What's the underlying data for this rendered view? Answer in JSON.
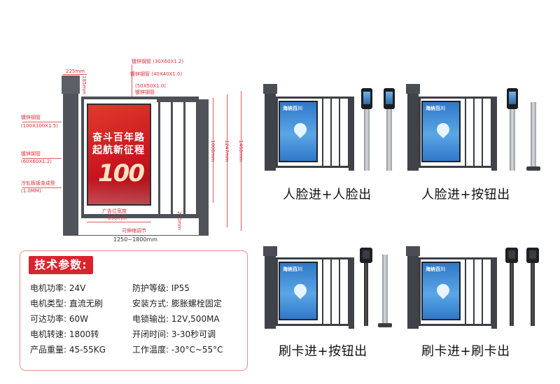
{
  "dimensions": {
    "top_225": "225mm",
    "side_185": "185mm",
    "pipe_30x60": "镀锌钢管 (30X60X1.2)",
    "pipe_40x40": "镀锌钢管 (40X40X1.0)",
    "pipe_50x50": "(50X50X1.0)",
    "pipe_50x50_label": "镀锌钢管",
    "left_post_label": "镀锌钢管",
    "left_post_size": "(100X100X1.5)",
    "left_frame_label": "镀锌钢管",
    "left_frame_size": "(60X60X1.2)",
    "plate_label": "冷轧板钣金成型",
    "plate_size": "(1.0MM)",
    "h_1000": "1000mm",
    "h_1247": "1247mm",
    "h_1460": "1460mm",
    "h_200": "200mm",
    "ad_width_label": "广告位宽度",
    "ad_width": "650mm",
    "adjust_label": "可伸缩调节",
    "total_width": "1250~1800mm"
  },
  "ad": {
    "line1": "奋斗百年路",
    "line2": "起航新征程",
    "big": "100"
  },
  "spec": {
    "title": "技术参数:",
    "rows_left": [
      {
        "k": "电机功率:",
        "v": "24V"
      },
      {
        "k": "电机类型:",
        "v": "直流无刷"
      },
      {
        "k": "可达功率:",
        "v": "60W"
      },
      {
        "k": "电机转速:",
        "v": "1800转"
      },
      {
        "k": "产品重量:",
        "v": "45-55KG"
      }
    ],
    "rows_right": [
      {
        "k": "防护等级:",
        "v": "IP55"
      },
      {
        "k": "安装方式:",
        "v": "膨胀螺栓固定"
      },
      {
        "k": "电锁输出:",
        "v": "12V,500MA"
      },
      {
        "k": "开闭时间:",
        "v": "3-30秒可调"
      },
      {
        "k": "工作温度:",
        "v": "-30°C~55°C"
      }
    ]
  },
  "products": [
    {
      "caption": "人脸进+人脸出",
      "ad_title": "海纳百川",
      "accessory": "face-face"
    },
    {
      "caption": "人脸进+按钮出",
      "ad_title": "海纳百川",
      "accessory": "face-button"
    },
    {
      "caption": "刷卡进+按钮出",
      "ad_title": "海纳百川",
      "accessory": "card-button"
    },
    {
      "caption": "刷卡进+刷卡出",
      "ad_title": "海纳百川",
      "accessory": "card-card"
    }
  ],
  "colors": {
    "accent": "#d9232f",
    "gate_frame": "#3a3e44",
    "ad_red": "#c8141e",
    "ad_blue": "#2f78c9"
  }
}
